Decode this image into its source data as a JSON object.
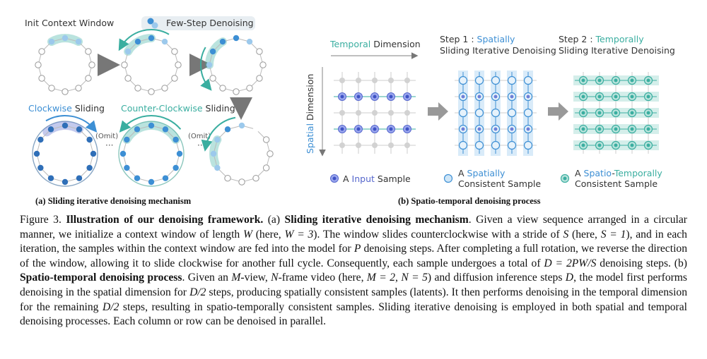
{
  "panel_a": {
    "init_label": "Init Context Window",
    "few_step_label": "Few-Step Denoising",
    "clockwise_colored": "Clockwise",
    "sliding_word": "Sliding",
    "counter_colored": "Counter-Clockwise",
    "omit_label": "(Omit)",
    "ellipsis": "···",
    "subcaption": "(a) Sliding iterative denoising mechanism"
  },
  "panel_b": {
    "temporal_colored": "Temporal",
    "dimension_word": "Dimension",
    "spatial_colored": "Spatial",
    "step1_prefix": "Step 1 : ",
    "step1_colored": "Spatially",
    "step2_prefix": "Step 2 : ",
    "step2_colored": "Temporally",
    "step_line2": "Sliding Iterative Denoising",
    "legend_input_prefix": "A ",
    "legend_input_colored": "Input",
    "legend_input_suffix": " Sample",
    "legend_spatial_prefix": "A ",
    "legend_spatial_colored": "Spatially",
    "legend_spatial_line2": "Consistent Sample",
    "legend_st_prefix": "A ",
    "legend_st_colored1": "Spatio",
    "legend_st_dash": "-",
    "legend_st_colored2": "Temporally",
    "legend_st_line2": "Consistent Sample",
    "subcaption": "(b) Spatio-temporal denoising process"
  },
  "colors": {
    "teal": "#3aaea0",
    "blue": "#3d8fd4",
    "dark_blue": "#2f6fb8",
    "light_blue": "#cfe6f7",
    "indigo": "#5566cc",
    "gray": "#b8b8b8"
  },
  "caption": {
    "fig_label": "Figure 3. ",
    "title": "Illustration of our denoising framework.",
    "a_label": " (a) ",
    "a_title": "Sliding iterative denoising mechanism",
    "s1": ". Given a view sequence arranged in a circular manner, we initialize a context window of length ",
    "var_W": "W",
    "s2": " (here, ",
    "eq_W": "W = 3",
    "s3": "). The window slides counterclockwise with a stride of ",
    "var_S": "S",
    "s4": " (here, ",
    "eq_S": "S = 1",
    "s5": "), and in each iteration, the samples within the context window are fed into the model for ",
    "var_P": "P",
    "s6": " denoising steps. After completing a full rotation, we reverse the direction of the window, allowing it to slide clockwise for another full cycle. Consequently, each sample undergoes a total of ",
    "eq_D": "D = 2PW/S",
    "s7": " denoising steps. (b) ",
    "b_title": "Spatio-temporal denoising process",
    "s8": ". Given an ",
    "var_M": "M",
    "s9": "-view, ",
    "var_N": "N",
    "s10": "-frame video (here, ",
    "eq_M": "M = 2",
    "s11": ", ",
    "eq_N": "N = 5",
    "s12": ") and diffusion inference steps ",
    "var_D": "D",
    "s13": ", the model first performs denoising in the spatial dimension for ",
    "eq_D2a": "D/2",
    "s14": " steps, producing spatially consistent samples (latents). It then performs denoising in the temporal dimension for the remaining ",
    "eq_D2b": "D/2",
    "s15": " steps, resulting in spatio-temporally consistent samples. Sliding iterative denoising is employed in both spatial and temporal denoising processes. Each column or row can be denoised in parallel."
  }
}
